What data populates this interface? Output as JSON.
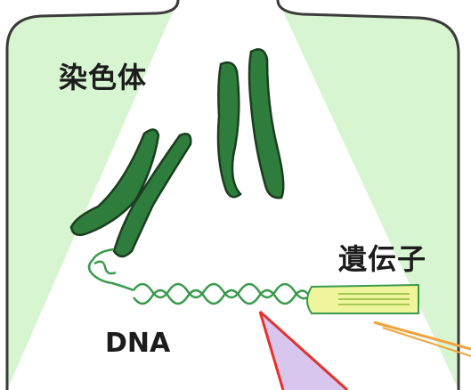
{
  "labels": {
    "chromosome": "染色体",
    "gene": "遺伝子",
    "dna": "DNA"
  },
  "colors": {
    "cell_fill": "#d8f5d2",
    "cell_stroke": "#3b3b3b",
    "chromosome_fill": "#2f7d3c",
    "chromosome_stroke": "#1a3d1f",
    "dna_strand": "#3a9a4c",
    "gene_band": "#eef59a",
    "pointer_line": "#e4322b",
    "pointer_fill": "#d9c6ef",
    "orange_line": "#f2a23a"
  }
}
